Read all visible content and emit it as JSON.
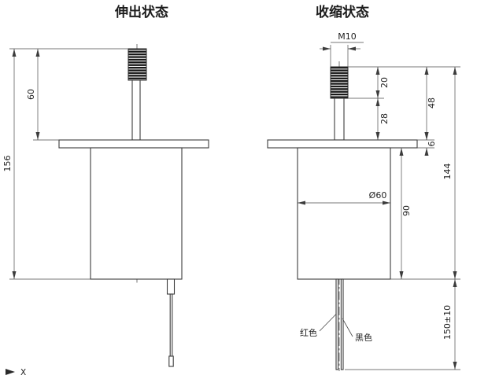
{
  "drawing": {
    "titles": {
      "extended": "伸出状态",
      "retracted": "收缩状态"
    },
    "thread_callout": "M10",
    "dimensions": {
      "extended_rod_height": "60",
      "extended_overall": "156",
      "thread_length": "20",
      "rod_exposed": "28",
      "stud_total": "48",
      "flange_thickness": "6",
      "body_length": "90",
      "overall_retracted": "144",
      "body_diameter": "Ø60",
      "wire_length": "150±10"
    },
    "wire_labels": {
      "red": "红色",
      "black": "黑色"
    },
    "axis": {
      "x": "X"
    }
  }
}
